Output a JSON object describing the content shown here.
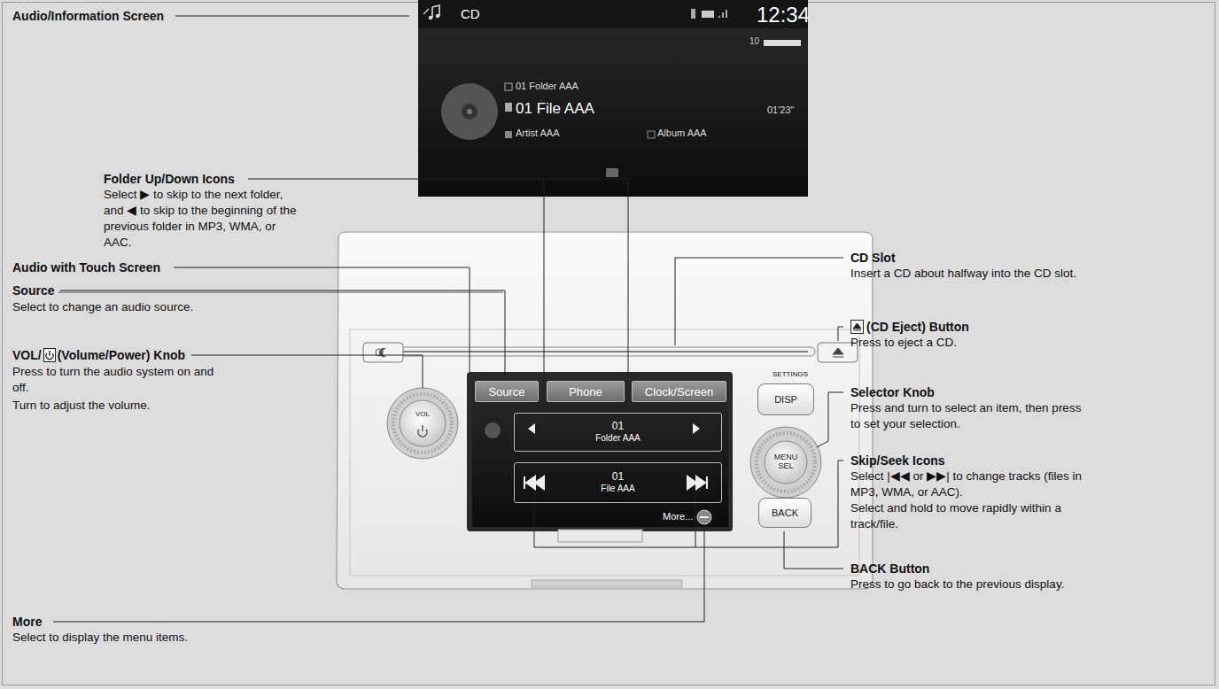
{
  "diagram": {
    "nodes": [
      {
        "text": [
          "CD",
          "12:34",
          "10",
          "01 Folder AAA",
          "01 File AAA",
          "01'23\"",
          "Artist AAA",
          "Album AAA"
        ]
      },
      {
        "text": [
          "Source"
        ]
      },
      {
        "text": [
          "Phone"
        ]
      },
      {
        "text": [
          "Clock/Screen"
        ]
      },
      {
        "text": [
          "01",
          "Folder AAA"
        ]
      },
      {
        "text": [
          "01",
          "File AAA"
        ]
      },
      {
        "text": [
          "VOL"
        ]
      },
      {
        "text": [
          "DISP"
        ]
      },
      {
        "text": [
          "MENU",
          "SEL"
        ]
      },
      {
        "text": [
          "BACK"
        ]
      }
    ],
    "labels": [
      "Audio/Information Screen",
      "Folder Up/Down Icons",
      "Select ▶ to skip to the next folder, and ◀ to skip to the beginning of the previous folder in MP3, WMA, or AAC.",
      "Audio with Touch Screen",
      "Source",
      "Select to change an audio source.",
      "VOL/",
      "(Volume/Power) Knob",
      "Press to turn the audio system on and off.",
      "Turn to adjust the volume.",
      "More",
      "Select to display the menu items.",
      "CD Slot",
      "Insert a CD about halfway into the CD slot.",
      "(CD Eject) Button",
      "Press to eject a CD.",
      "Selector Knob",
      "Press and turn to select an item, then press to set your selection.",
      "Skip/Seek Icons",
      "Select |◀◀ or ▶▶| to change tracks (files in MP3, WMA, or AAC).",
      "Select and hold to move rapidly within a track/file.",
      "BACK Button",
      "Press to go back to the previous display.",
      "SETTINGS",
      "More..."
    ]
  }
}
